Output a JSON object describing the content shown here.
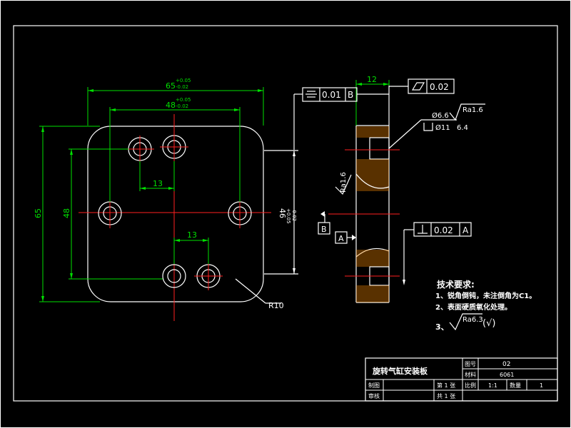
{
  "drawing": {
    "front_view": {
      "dim_overall_width": "65",
      "dim_overall_width_tol_upper": "+0.05",
      "dim_overall_width_tol_lower": "-0.02",
      "dim_hole_spacing": "48",
      "dim_hole_spacing_tol_upper": "+0.05",
      "dim_hole_spacing_tol_lower": "-0.02",
      "dim_top_pair": "13",
      "dim_bottom_pair": "13",
      "dim_height_left": "65",
      "dim_height_inner": "48",
      "dim_height_right": "46",
      "dim_height_right_tol_upper": "+0.05",
      "dim_height_right_tol_lower": "-0.02",
      "corner_radius": "R10"
    },
    "side_view": {
      "dim_thickness": "12",
      "flatness_value": "0.02",
      "symmetry_value": "0.01",
      "symmetry_datum": "B",
      "perpendicularity_value": "0.02",
      "perpendicularity_datum": "A",
      "hole_dia": "Ø6.6",
      "hole_roughness": "Ra1.6",
      "cbore_dia": "Ø11",
      "cbore_depth": "6.4",
      "surface_roughness": "Ra1.6",
      "datum_b": "B",
      "datum_a": "A"
    },
    "tech_requirements": {
      "title": "技术要求:",
      "item1": "1、锐角倒钝，未注倒角为C1。",
      "item2": "2、表面硬质氧化处理。",
      "item3_prefix": "3、",
      "item3_roughness": "Ra6.3",
      "item3_suffix": "(√)"
    },
    "title_block": {
      "part_name": "旋转气缸安装板",
      "label_drawing_no": "图号",
      "drawing_no": "02",
      "label_material": "材料",
      "material": "6061",
      "label_drawn": "制图",
      "label_reviewed": "审核",
      "sheet": "第 1 张",
      "total": "共 1 张",
      "label_scale": "比例",
      "scale": "1:1",
      "label_qty": "数量",
      "qty": "1"
    }
  }
}
